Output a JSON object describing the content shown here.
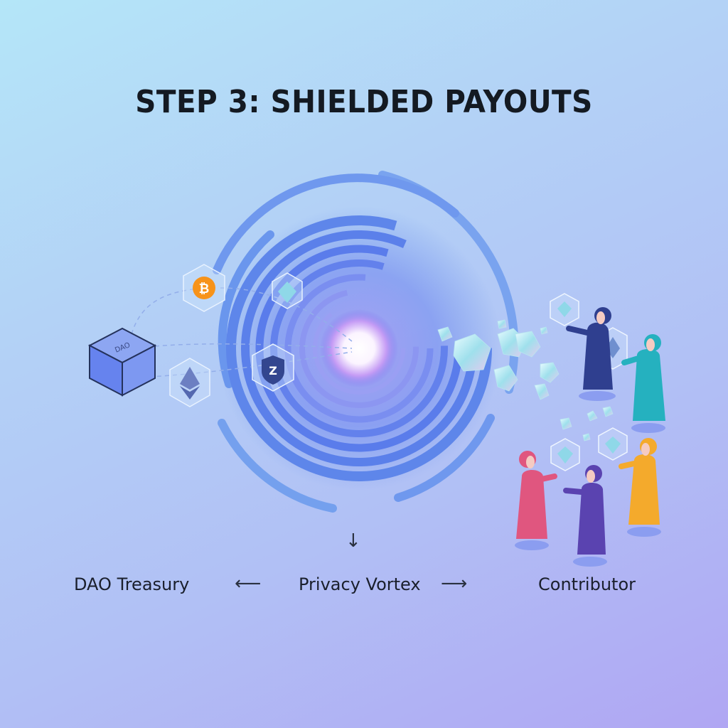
{
  "title": "STEP 3: SHIELDED PAYOUTS",
  "treasury": {
    "cube_label": "DAO"
  },
  "tokens": [
    {
      "name": "bitcoin",
      "glyph": "₿",
      "color": "#f7931a"
    },
    {
      "name": "ethereum",
      "glyph": "eth-diamond",
      "color": "#6c7fc2"
    },
    {
      "name": "zcash-shield",
      "glyph": "Z",
      "color": "#2f3f86"
    },
    {
      "name": "crystal",
      "glyph": "gem",
      "color": "#8fd8e8"
    }
  ],
  "flow_labels": {
    "left": "DAO Treasury",
    "center": "Privacy Vortex",
    "right": "Contributor"
  },
  "arrows": {
    "down": "↓",
    "left": "⟵",
    "right": "⟶"
  },
  "colors": {
    "vortex_ring": "#5d86ea",
    "vortex_ring_light": "#7aa4ef",
    "vortex_core": "#ffffff",
    "contributor_colors": [
      "#2f3f8f",
      "#25b1bf",
      "#e0567f",
      "#5a43b0",
      "#f4aa2c"
    ]
  }
}
